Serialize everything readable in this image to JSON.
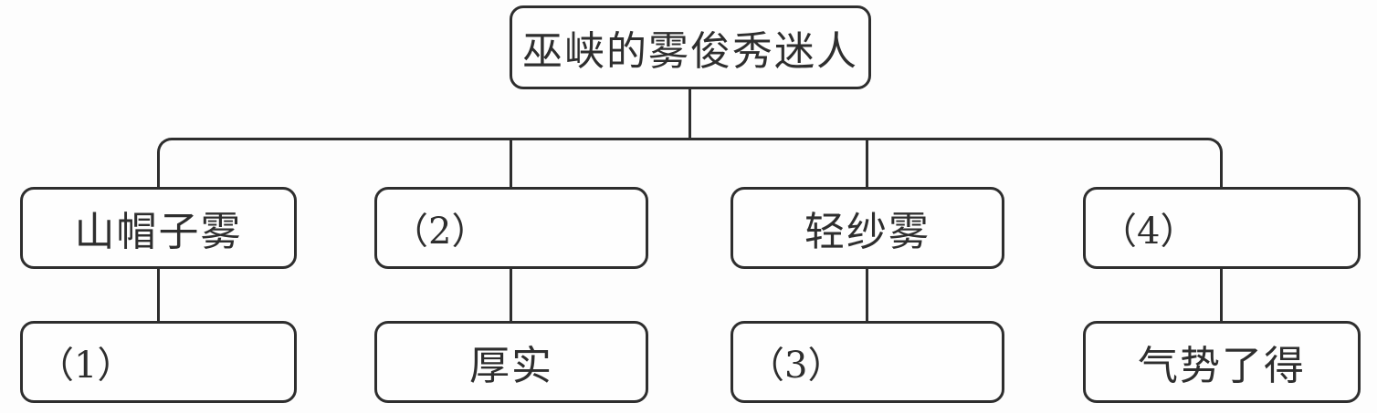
{
  "diagram": {
    "title_note": "reading map of the fog of Wu Gorge",
    "root": {
      "label": "巫峡的雾俊秀迷人"
    },
    "columns": [
      {
        "top": {
          "label": "山帽子雾"
        },
        "bottom": {
          "label": "（1）"
        }
      },
      {
        "top": {
          "label": "（2）"
        },
        "bottom": {
          "label": "厚实"
        }
      },
      {
        "top": {
          "label": "轻纱雾"
        },
        "bottom": {
          "label": "（3）"
        }
      },
      {
        "top": {
          "label": "（4）"
        },
        "bottom": {
          "label": "气势了得"
        }
      }
    ],
    "colors": {
      "line": "#2e2e2e",
      "background": "#fdfdfd",
      "box_fill": "#fefefe"
    }
  }
}
